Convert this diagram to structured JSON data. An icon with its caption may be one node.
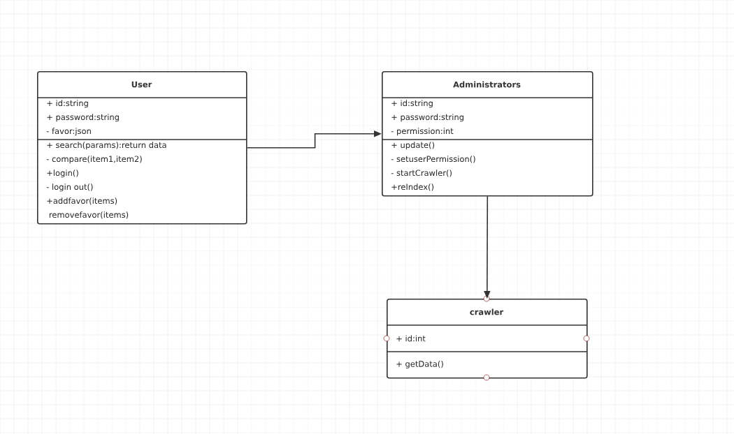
{
  "diagram": {
    "nodes": [
      {
        "text": [
          "User"
        ]
      },
      {
        "text": [
          "+ id:string",
          "+ password:string",
          "- favor:json"
        ],
        "in": 0
      },
      {
        "text": [
          "+ search(params):return data",
          "- compare(item1,item2)",
          "+login()",
          "- login out()",
          "+addfavor(items)",
          " removefavor(items)"
        ],
        "in": 0
      },
      {
        "text": [
          "Administrators"
        ]
      },
      {
        "text": [
          "+ id:string",
          "+ password:string",
          "-  permission:int"
        ],
        "in": 3
      },
      {
        "text": [
          "+ update()",
          "-  setuserPermission()",
          "- startCrawler()",
          "+reIndex()"
        ],
        "in": 3
      },
      {
        "text": [
          "crawler"
        ]
      },
      {
        "text": [
          "+ id:int"
        ],
        "in": 6
      },
      {
        "text": [
          "+ getData()"
        ],
        "in": 6
      }
    ],
    "edges": [
      {
        "from": 0,
        "to": 3,
        "arrow": "to"
      },
      {
        "from": 3,
        "to": 6,
        "arrow": "to"
      }
    ]
  }
}
